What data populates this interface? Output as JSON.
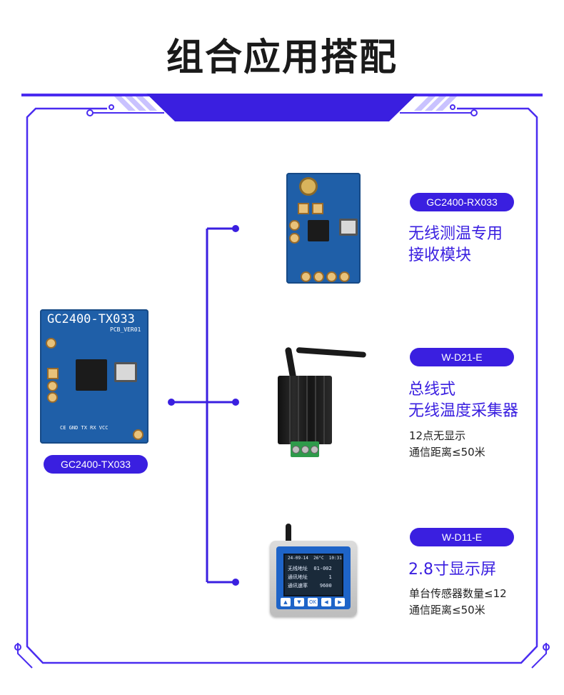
{
  "title": "组合应用搭配",
  "colors": {
    "accent": "#3a1fe0",
    "frame": "#4a2cf0",
    "pcb": "#1f5fa8"
  },
  "transmitter": {
    "badge": "GC2400-TX033",
    "silk_title": "GC2400-TX033",
    "silk_ver": "PCB_VER01",
    "pins": "CE GND TX RX VCC"
  },
  "items": [
    {
      "badge": "GC2400-RX033",
      "heading": [
        "无线测温专用",
        "接收模块"
      ],
      "desc": []
    },
    {
      "badge": "W-D21-E",
      "heading": [
        "总线式",
        "无线温度采集器"
      ],
      "desc": [
        "12点无显示",
        "通信距离≤50米"
      ]
    },
    {
      "badge": "W-D11-E",
      "heading": [
        "2.8寸显示屏"
      ],
      "desc": [
        "单台传感器数量≤12",
        "通信距离≤50米"
      ]
    }
  ],
  "lcd": {
    "status": "24-09-14  26°C  10:31",
    "rows": [
      "无线地址  01-002",
      "通讯地址       1",
      "通讯速率    9600"
    ],
    "keys": [
      "▲",
      "▼",
      "OK",
      "◀",
      "▶"
    ]
  }
}
